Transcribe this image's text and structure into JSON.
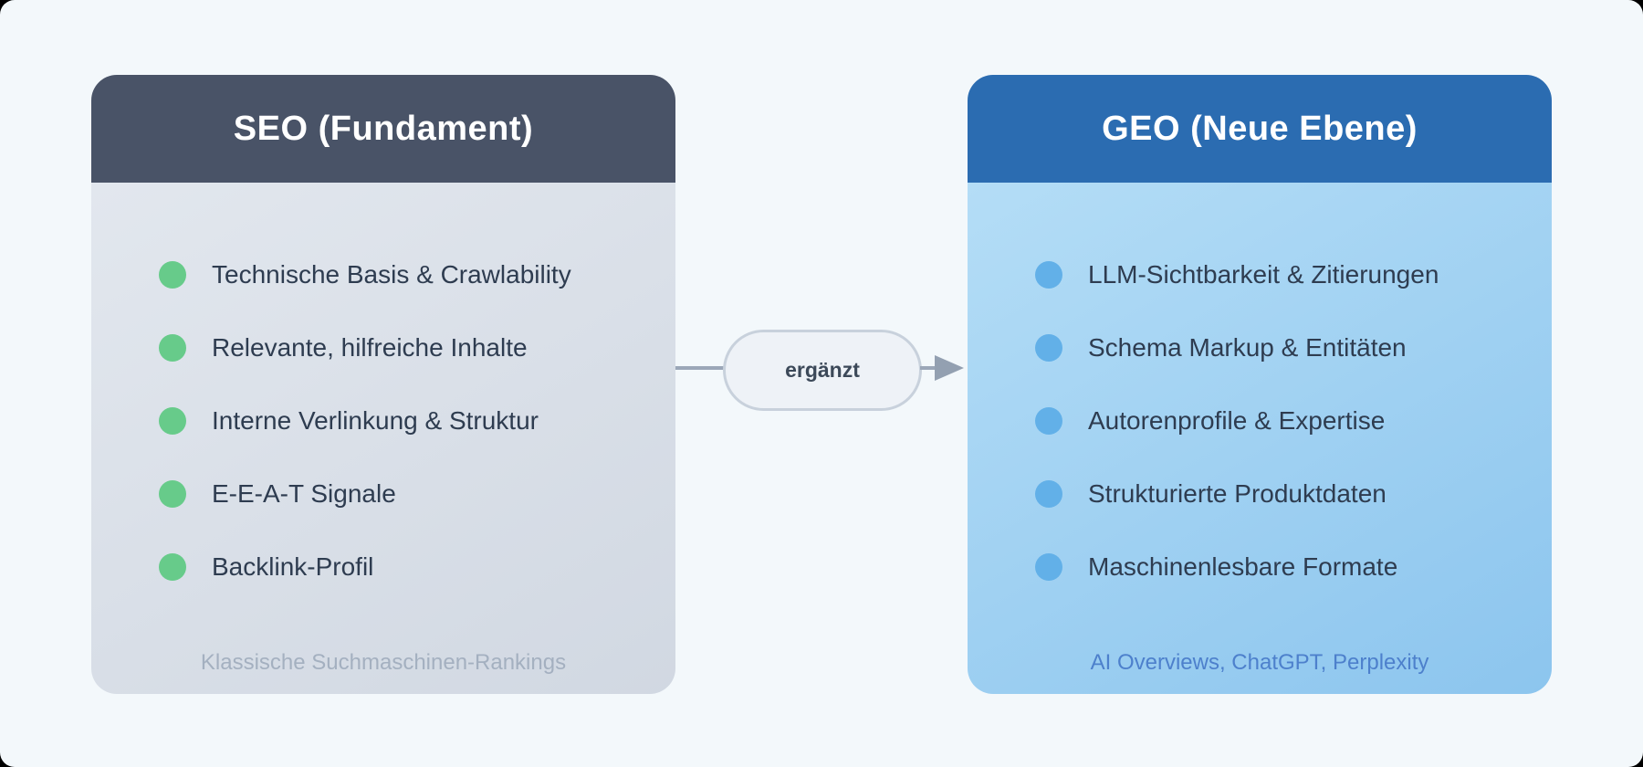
{
  "diagram": {
    "seo_card": {
      "title": "SEO (Fundament)",
      "items": [
        "Technische Basis & Crawlability",
        "Relevante, hilfreiche Inhalte",
        "Interne Verlinkung & Struktur",
        "E-E-A-T Signale",
        "Backlink-Profil"
      ],
      "footer": "Klassische Suchmaschinen-Rankings"
    },
    "geo_card": {
      "title": "GEO (Neue Ebene)",
      "items": [
        "LLM-Sichtbarkeit & Zitierungen",
        "Schema Markup & Entitäten",
        "Autorenprofile & Expertise",
        "Strukturierte Produktdaten",
        "Maschinenlesbare Formate"
      ],
      "footer": "AI Overviews, ChatGPT, Perplexity"
    },
    "connector": {
      "label": "ergänzt"
    },
    "colors": {
      "page_background": "#f3f8fb",
      "seo_header": "#495367",
      "seo_body_start": "#e2e7ee",
      "seo_body_end": "#d1d8e2",
      "seo_bullet": "#67cb8a",
      "seo_footer_text": "#a4b0c0",
      "geo_header": "#2b6cb1",
      "geo_body_start": "#b4ddf6",
      "geo_body_end": "#8cc5ee",
      "geo_bullet": "#62b0e8",
      "geo_footer_text": "#4d80cc",
      "list_text": "#2e3c50",
      "connector_line": "#9ba7b8",
      "connector_arrow": "#93a0b1",
      "header_text": "#ffffff"
    }
  }
}
